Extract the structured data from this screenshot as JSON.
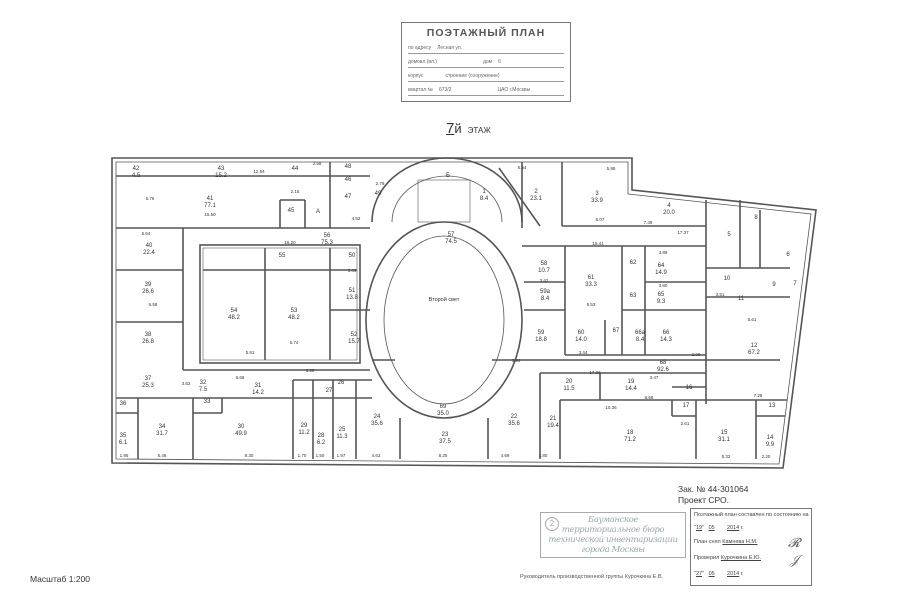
{
  "header_form": {
    "title": "ПОЭТАЖНЫЙ ПЛАН",
    "address_label": "по адресу",
    "address_value": "Лесная ул.",
    "domovl_label": "домовл.(вл.)",
    "dom_label": "дом",
    "dom_value": "6",
    "korpus_label": "корпус",
    "stroenie_label": "строение (сооружение)",
    "kvartal_label": "квартал №",
    "kvartal_value": "673/2",
    "district": "ЦАО г.Москвы"
  },
  "floor": {
    "number": "7",
    "suffix": "й",
    "label": "ЭТАЖ"
  },
  "plan": {
    "atrium_label": "Второй свет",
    "rooms": [
      {
        "n": "42",
        "a": "4.5"
      },
      {
        "n": "43",
        "a": "15.2"
      },
      {
        "n": "44",
        "a": ""
      },
      {
        "n": "41",
        "a": "77.1"
      },
      {
        "n": "45",
        "a": ""
      },
      {
        "n": "А",
        "a": ""
      },
      {
        "n": "46",
        "a": ""
      },
      {
        "n": "47",
        "a": ""
      },
      {
        "n": "48",
        "a": ""
      },
      {
        "n": "49",
        "a": ""
      },
      {
        "n": "40",
        "a": "22.4"
      },
      {
        "n": "56",
        "a": "75.3"
      },
      {
        "n": "55",
        "a": ""
      },
      {
        "n": "50",
        "a": ""
      },
      {
        "n": "39",
        "a": "26.6"
      },
      {
        "n": "38",
        "a": "26.8"
      },
      {
        "n": "37",
        "a": "25.3"
      },
      {
        "n": "54",
        "a": "48.2"
      },
      {
        "n": "53",
        "a": "48.2"
      },
      {
        "n": "51",
        "a": "13.8"
      },
      {
        "n": "52",
        "a": "15.7"
      },
      {
        "n": "32",
        "a": "7.5"
      },
      {
        "n": "31",
        "a": "14.2"
      },
      {
        "n": "33",
        "a": ""
      },
      {
        "n": "36",
        "a": ""
      },
      {
        "n": "35",
        "a": "6.1"
      },
      {
        "n": "34",
        "a": "31.7"
      },
      {
        "n": "30",
        "a": "49.9"
      },
      {
        "n": "29",
        "a": "11.2"
      },
      {
        "n": "28",
        "a": "6.2"
      },
      {
        "n": "27",
        "a": ""
      },
      {
        "n": "26",
        "a": ""
      },
      {
        "n": "25",
        "a": "11.3"
      },
      {
        "n": "24",
        "a": "35.6"
      },
      {
        "n": "Б",
        "a": ""
      },
      {
        "n": "1",
        "a": "8.4"
      },
      {
        "n": "2",
        "a": "23.1"
      },
      {
        "n": "3",
        "a": "33.9"
      },
      {
        "n": "4",
        "a": "20.0"
      },
      {
        "n": "57",
        "a": "74.5"
      },
      {
        "n": "58",
        "a": "10.7"
      },
      {
        "n": "59а",
        "a": "8.4"
      },
      {
        "n": "61",
        "a": "33.3"
      },
      {
        "n": "62",
        "a": ""
      },
      {
        "n": "63",
        "a": ""
      },
      {
        "n": "64",
        "a": "14.9"
      },
      {
        "n": "65",
        "a": "9.3"
      },
      {
        "n": "59",
        "a": "18.8"
      },
      {
        "n": "60",
        "a": "14.0"
      },
      {
        "n": "67",
        "a": ""
      },
      {
        "n": "66а",
        "a": "8.4"
      },
      {
        "n": "66",
        "a": "14.3"
      },
      {
        "n": "69",
        "a": "35.0"
      },
      {
        "n": "23",
        "a": "37.5"
      },
      {
        "n": "22",
        "a": "35.6"
      },
      {
        "n": "21",
        "a": "19.4"
      },
      {
        "n": "20",
        "a": "11.5"
      },
      {
        "n": "19",
        "a": "14.4"
      },
      {
        "n": "18",
        "a": "71.2"
      },
      {
        "n": "68",
        "a": "92.6"
      },
      {
        "n": "5",
        "a": ""
      },
      {
        "n": "8",
        "a": ""
      },
      {
        "n": "6",
        "a": ""
      },
      {
        "n": "10",
        "a": ""
      },
      {
        "n": "11",
        "a": ""
      },
      {
        "n": "9",
        "a": ""
      },
      {
        "n": "7",
        "a": ""
      },
      {
        "n": "12",
        "a": "67.2"
      },
      {
        "n": "16",
        "a": ""
      },
      {
        "n": "17",
        "a": ""
      },
      {
        "n": "15",
        "a": "31.1"
      },
      {
        "n": "13",
        "a": ""
      },
      {
        "n": "14",
        "a": "9.9"
      }
    ],
    "dimensions": [
      "12.54",
      "2.58",
      "2.15",
      "15.50",
      "5.76",
      "6.54",
      "16.20",
      "3.44",
      "6.58",
      "5.91",
      "5.74",
      "3.39",
      "6.68",
      "3.52",
      "9.30",
      "5.46",
      "1.95",
      "1.70",
      "1.50",
      "1.97",
      "4.63",
      "8.25",
      "4.69",
      "1.80",
      "5.54",
      "5.95",
      "6.07",
      "7.49",
      "17.37",
      "15.41",
      "3.42",
      "5.53",
      "3.44",
      "3.94",
      "17.26",
      "10.36",
      "6.69",
      "3.47",
      "2.00",
      "5.61",
      "7.28",
      "5.32",
      "2.20",
      "2.61",
      "4.52",
      "2.79",
      "3.89",
      "3.80",
      "3.51"
    ]
  },
  "notes": {
    "order": "Зак. № 44-301064",
    "project": "Проект СРО."
  },
  "state_box": {
    "line1": "Поэтажный план составлен по состоянию на",
    "date1_day": "19",
    "date1_month": "05",
    "date1_year": "2014",
    "year_suffix": "г.",
    "drawn_label": "План снял",
    "drawn_by": "Камнева Н.М.",
    "checked_label": "Проверил",
    "checked_by": "Курочкина Е.Ю.",
    "date2_day": "27",
    "date2_month": "05",
    "date2_year": "2014"
  },
  "stamp": {
    "number": "2",
    "lines": [
      "Бауманское",
      "территориальное бюро",
      "технической инвентаризации",
      "города Москвы"
    ]
  },
  "head_line": "Руководитель производственной группы Курочкина Е.В.",
  "scale": "Масштаб 1:200"
}
